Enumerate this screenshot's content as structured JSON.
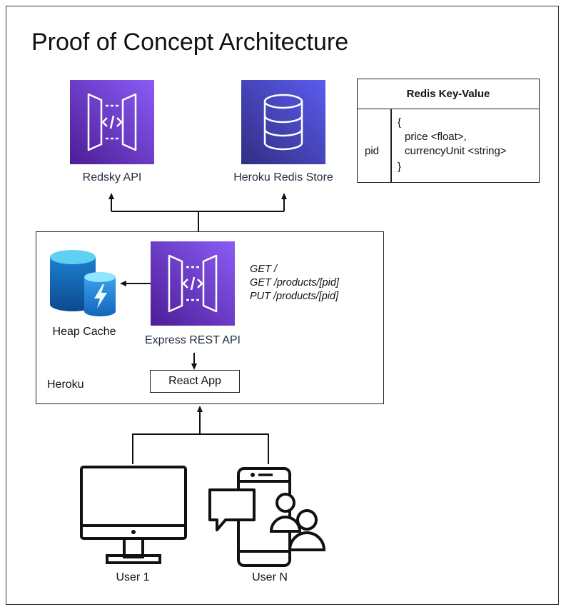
{
  "title": "Proof of Concept Architecture",
  "nodes": {
    "redsky_api": "Redsky API",
    "heroku_redis": "Heroku Redis Store",
    "heap_cache": "Heap Cache",
    "express_api": "Express REST API",
    "react_app": "React App",
    "heroku": "Heroku",
    "user_1": "User 1",
    "user_n": "User N"
  },
  "routes": [
    "GET /",
    "GET /products/[pid]",
    "PUT /products/[pid]"
  ],
  "redis_table": {
    "header": "Redis Key-Value",
    "key": "pid",
    "value_lines": [
      "{",
      "price <float>,",
      "currencyUnit <string>",
      "}"
    ]
  },
  "colors": {
    "api_gateway_top": "#7c3aed",
    "api_gateway_bottom": "#4c1d95",
    "redis_top": "#4f46e5",
    "redis_bottom": "#312e81",
    "cache_blue": "#1e88d6"
  },
  "icons": [
    "api-gateway-icon",
    "database-icon",
    "cache-icon",
    "monitor-icon",
    "smartphone-icon",
    "chat-bubble-icon",
    "users-icon"
  ]
}
